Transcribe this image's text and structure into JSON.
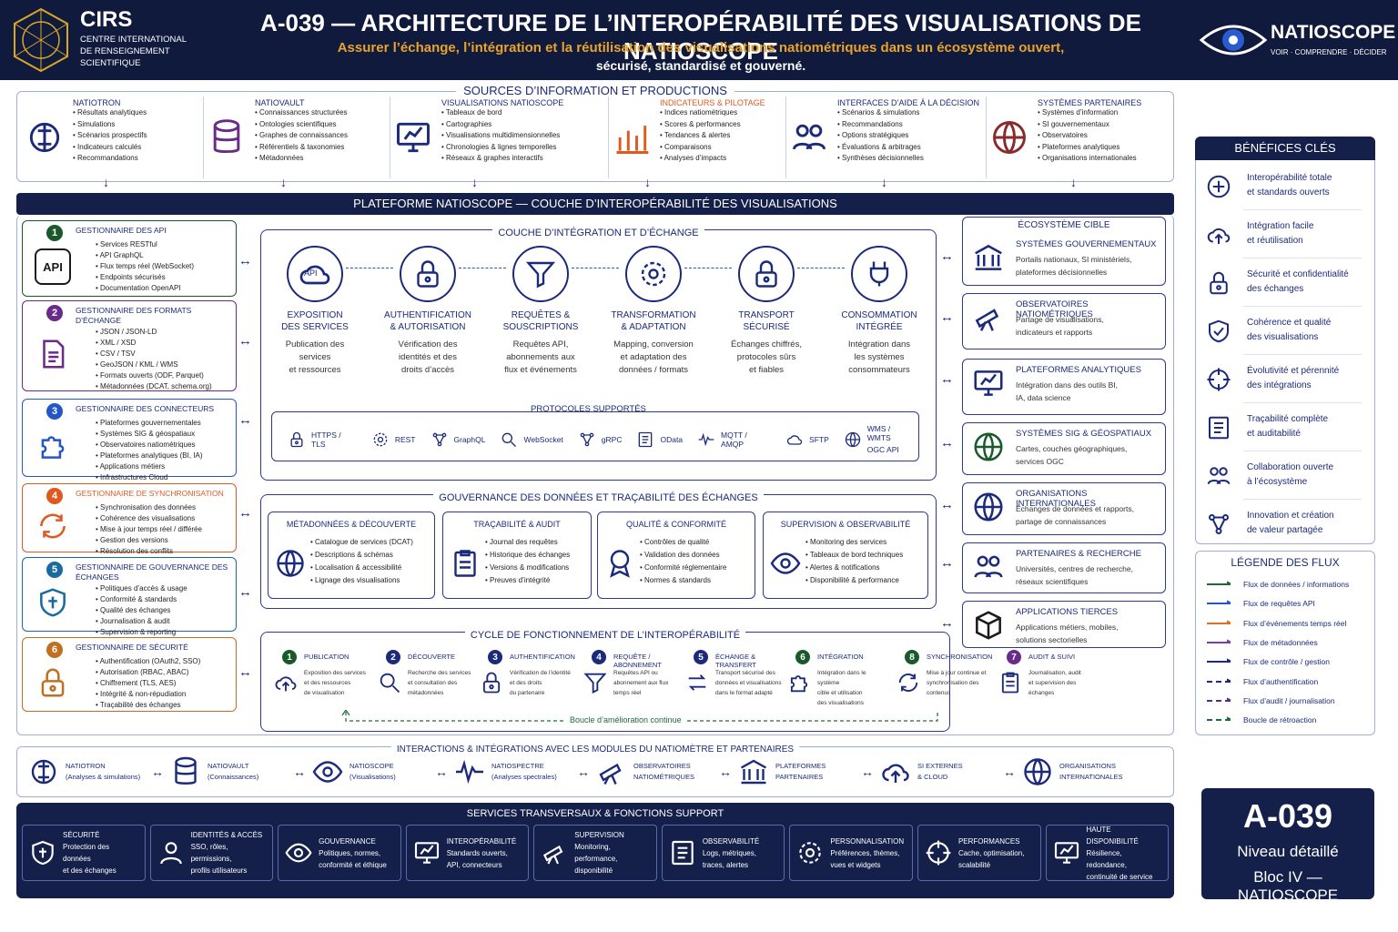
{
  "header": {
    "logo_text": "CIRS",
    "org_line1": "CENTRE INTERNATIONAL",
    "org_line2": "DE RENSEIGNEMENT",
    "org_line3": "SCIENTIFIQUE",
    "title": "A-039 — ARCHITECTURE DE L’INTEROPÉRABILITÉ DES VISUALISATIONS DE NATIOSCOPE",
    "subtitle_line1": "Assurer l’échange, l’intégration et la réutilisation des visualisations natiométriques dans un écosystème ouvert,",
    "subtitle_line2": "sécurisé, standardisé et gouverné.",
    "brand": "NATIOSCOPE",
    "tagline": "VOIR · COMPRENDRE · DÉCIDER"
  },
  "sources": {
    "title": "SOURCES D’INFORMATION ET PRODUCTIONS",
    "items": [
      {
        "title": "NATIOTRON",
        "bullets": [
          "Résultats analytiques",
          "Simulations",
          "Scénarios prospectifs",
          "Indicateurs calculés",
          "Recommandations"
        ]
      },
      {
        "title": "NATIOVAULT",
        "bullets": [
          "Connaissances structurées",
          "Ontologies scientifiques",
          "Graphes de connaissances",
          "Référentiels & taxonomies",
          "Métadonnées"
        ]
      },
      {
        "title": "VISUALISATIONS NATIOSCOPE",
        "bullets": [
          "Tableaux de bord",
          "Cartographies",
          "Visualisations multidimensionnelles",
          "Chronologies & lignes temporelles",
          "Réseaux & graphes interactifs"
        ]
      },
      {
        "title": "INDICATEURS & PILOTAGE",
        "bullets": [
          "Indices natiométriques",
          "Scores & performances",
          "Tendances & alertes",
          "Comparaisons",
          "Analyses d’impacts"
        ]
      },
      {
        "title": "INTERFACES D’AIDE À LA DÉCISION",
        "bullets": [
          "Scénarios & simulations",
          "Recommandations",
          "Options stratégiques",
          "Évaluations & arbitrages",
          "Synthèses décisionnelles"
        ]
      },
      {
        "title": "SYSTÈMES PARTENAIRES",
        "bullets": [
          "Systèmes d’information",
          "SI gouvernementaux",
          "Observatoires",
          "Plateformes analytiques",
          "Organisations internationales"
        ]
      }
    ]
  },
  "platform_title": "PLATEFORME NATIOSCOPE — COUCHE D’INTEROPÉRABILITÉ DES VISUALISATIONS",
  "managers": [
    {
      "num": "1",
      "title": "GESTIONNAIRE DES API",
      "icon": "API",
      "bullets": [
        "Services RESTful",
        "API GraphQL",
        "Flux temps réel (WebSocket)",
        "Endpoints sécurisés",
        "Documentation OpenAPI"
      ]
    },
    {
      "num": "2",
      "title": "GESTIONNAIRE DES FORMATS D’ÉCHANGE",
      "bullets": [
        "JSON / JSON-LD",
        "XML / XSD",
        "CSV / TSV",
        "GeoJSON / KML / WMS",
        "Formats ouverts (ODF, Parquet)",
        "Métadonnées (DCAT, schema.org)"
      ]
    },
    {
      "num": "3",
      "title": "GESTIONNAIRE DES CONNECTEURS",
      "bullets": [
        "Plateformes gouvernementales",
        "Systèmes SIG & géospatiaux",
        "Observatoires natiométriques",
        "Plateformes analytiques (BI, IA)",
        "Applications métiers",
        "Infrastructures Cloud"
      ]
    },
    {
      "num": "4",
      "title": "GESTIONNAIRE DE SYNCHRONISATION",
      "bullets": [
        "Synchronisation des données",
        "Cohérence des visualisations",
        "Mise à jour temps réel / différée",
        "Gestion des versions",
        "Résolution des conflits"
      ]
    },
    {
      "num": "5",
      "title": "GESTIONNAIRE DE GOUVERNANCE DES ÉCHANGES",
      "bullets": [
        "Politiques d’accès & usage",
        "Conformité & standards",
        "Qualité des échanges",
        "Journalisation & audit",
        "Supervision & reporting"
      ]
    },
    {
      "num": "6",
      "title": "GESTIONNAIRE DE SÉCURITÉ",
      "bullets": [
        "Authentification (OAuth2, SSO)",
        "Autorisation (RBAC, ABAC)",
        "Chiffrement (TLS, AES)",
        "Intégrité & non-répudiation",
        "Traçabilité des échanges"
      ]
    }
  ],
  "integration": {
    "title": "COUCHE D’INTÉGRATION ET D’ÉCHANGE",
    "steps": [
      {
        "icon": "API",
        "h1": "EXPOSITION",
        "h2": "DES SERVICES",
        "d1": "Publication des",
        "d2": "services",
        "d3": "et ressources"
      },
      {
        "h1": "AUTHENTIFICATION",
        "h2": "& AUTORISATION",
        "d1": "Vérification des",
        "d2": "identités et des",
        "d3": "droits d’accès"
      },
      {
        "h1": "REQUÊTES &",
        "h2": "SOUSCRIPTIONS",
        "d1": "Requêtes API,",
        "d2": "abonnements aux",
        "d3": "flux et événements"
      },
      {
        "h1": "TRANSFORMATION",
        "h2": "& ADAPTATION",
        "d1": "Mapping, conversion",
        "d2": "et adaptation des",
        "d3": "données / formats"
      },
      {
        "h1": "TRANSPORT",
        "h2": "SÉCURISÉ",
        "d1": "Échanges chiffrés,",
        "d2": "protocoles sûrs",
        "d3": "et fiables"
      },
      {
        "h1": "CONSOMMATION",
        "h2": "INTÉGRÉE",
        "d1": "Intégration dans",
        "d2": "les systèmes",
        "d3": "consommateurs"
      }
    ],
    "protocols_title": "PROTOCOLES SUPPORTÉS",
    "protocols": [
      "HTTPS / TLS",
      "REST",
      "GraphQL",
      "WebSocket",
      "gRPC",
      "OData",
      "MQTT / AMQP",
      "SFTP",
      "WMS / WMTS",
      "OGC API"
    ]
  },
  "governance": {
    "title": "GOUVERNANCE DES DONNÉES ET TRAÇABILITÉ DES ÉCHANGES",
    "cards": [
      {
        "title": "MÉTADONNÉES & DÉCOUVERTE",
        "bullets": [
          "Catalogue de services (DCAT)",
          "Descriptions & schémas",
          "Localisation & accessibilité",
          "Lignage des visualisations"
        ]
      },
      {
        "title": "TRAÇABILITÉ & AUDIT",
        "bullets": [
          "Journal des requêtes",
          "Historique des échanges",
          "Versions & modifications",
          "Preuves d’intégrité"
        ]
      },
      {
        "title": "QUALITÉ & CONFORMITÉ",
        "bullets": [
          "Contrôles de qualité",
          "Validation des données",
          "Conformité réglementaire",
          "Normes & standards"
        ]
      },
      {
        "title": "SUPERVISION & OBSERVABILITÉ",
        "bullets": [
          "Monitoring des services",
          "Tableaux de bord techniques",
          "Alertes & notifications",
          "Disponibilité & performance"
        ]
      }
    ]
  },
  "cycle": {
    "title": "CYCLE DE FONCTIONNEMENT DE L’INTEROPÉRABILITÉ",
    "loop": "Boucle d’amélioration continue",
    "steps": [
      {
        "n": "1",
        "h": "PUBLICATION",
        "d1": "Exposition des services",
        "d2": "et des ressources",
        "d3": "de visualisation"
      },
      {
        "n": "2",
        "h": "DÉCOUVERTE",
        "d1": "Recherche des services",
        "d2": "et consultation des",
        "d3": "métadonnées"
      },
      {
        "n": "3",
        "h": "AUTHENTIFICATION",
        "d1": "Vérification de l’identité",
        "d2": "et des droits",
        "d3": "du partenaire"
      },
      {
        "n": "4",
        "h": "REQUÊTE / ABONNEMENT",
        "d1": "Requêtes API ou",
        "d2": "abonnement aux flux",
        "d3": "temps réel"
      },
      {
        "n": "5",
        "h": "ÉCHANGE & TRANSFERT",
        "d1": "Transport sécurisé des",
        "d2": "données et visualisations",
        "d3": "dans le format adapté"
      },
      {
        "n": "6",
        "h": "INTÉGRATION",
        "d1": "Intégration dans le système",
        "d2": "cible et utilisation",
        "d3": "des visualisations"
      },
      {
        "n": "8",
        "h": "SYNCHRONISATION",
        "d1": "Mise à jour continue et",
        "d2": "synchronisation des",
        "d3": "contenus"
      },
      {
        "n": "7",
        "h": "AUDIT & SUIVI",
        "d1": "Journalisation, audit",
        "d2": "et supervision des",
        "d3": "échanges"
      }
    ]
  },
  "ecosystem": {
    "title": "ÉCOSYSTÈME CIBLE",
    "items": [
      {
        "title": "SYSTÈMES GOUVERNEMENTAUX",
        "d1": "Portails nationaux, SI ministériels,",
        "d2": "plateformes décisionnelles"
      },
      {
        "title": "OBSERVATOIRES NATIOMÉTRIQUES",
        "d1": "Partage de visualisations,",
        "d2": "indicateurs et rapports"
      },
      {
        "title": "PLATEFORMES ANALYTIQUES",
        "d1": "Intégration dans des outils BI,",
        "d2": "IA, data science"
      },
      {
        "title": "SYSTÈMES SIG & GÉOSPATIAUX",
        "d1": "Cartes, couches géographiques,",
        "d2": "services OGC"
      },
      {
        "title": "ORGANISATIONS INTERNATIONALES",
        "d1": "Échanges de données et rapports,",
        "d2": "partage de connaissances"
      },
      {
        "title": "PARTENAIRES & RECHERCHE",
        "d1": "Universités, centres de recherche,",
        "d2": "réseaux scientifiques"
      },
      {
        "title": "APPLICATIONS TIERCES",
        "d1": "Applications métiers, mobiles,",
        "d2": "solutions sectorielles"
      }
    ]
  },
  "benefits": {
    "title": "BÉNÉFICES CLÉS",
    "items": [
      {
        "l1": "Interopérabilité totale",
        "l2": "et standards ouverts"
      },
      {
        "l1": "Intégration facile",
        "l2": "et réutilisation"
      },
      {
        "l1": "Sécurité et confidentialité",
        "l2": "des échanges"
      },
      {
        "l1": "Cohérence et qualité",
        "l2": "des visualisations"
      },
      {
        "l1": "Évolutivité et pérennité",
        "l2": "des intégrations"
      },
      {
        "l1": "Traçabilité complète",
        "l2": "et auditabilité"
      },
      {
        "l1": "Collaboration ouverte",
        "l2": "à l’écosystème"
      },
      {
        "l1": "Innovation et création",
        "l2": "de valeur partagée"
      }
    ]
  },
  "legend": {
    "title": "LÉGENDE DES FLUX",
    "items": [
      {
        "label": "Flux de données / informations",
        "color": "#1e6b3a",
        "dashed": false
      },
      {
        "label": "Flux de requêtes API",
        "color": "#2456c8",
        "dashed": false
      },
      {
        "label": "Flux d’événements temps réel",
        "color": "#e07020",
        "dashed": false
      },
      {
        "label": "Flux de métadonnées",
        "color": "#7a3fb0",
        "dashed": false
      },
      {
        "label": "Flux de contrôle / gestion",
        "color": "#1b2a7a",
        "dashed": false
      },
      {
        "label": "Flux d’authentification",
        "color": "#1b2a7a",
        "dashed": true
      },
      {
        "label": "Flux d’audit / journalisation",
        "color": "#5a2a8a",
        "dashed": true
      },
      {
        "label": "Boucle de rétroaction",
        "color": "#1e6b3a",
        "dashed": true
      }
    ]
  },
  "interactions": {
    "title": "INTERACTIONS & INTÉGRATIONS AVEC LES MODULES DU NATIOMÈTRE ET PARTENAIRES",
    "items": [
      {
        "l1": "NATIOTRON",
        "l2": "(Analyses & simulations)"
      },
      {
        "l1": "NATIOVAULT",
        "l2": "(Connaissances)"
      },
      {
        "l1": "NATIOSCOPE",
        "l2": "(Visualisations)"
      },
      {
        "l1": "NATIOSPECTRE",
        "l2": "(Analyses spectrales)"
      },
      {
        "l1": "OBSERVATOIRES",
        "l2": "NATIOMÉTRIQUES"
      },
      {
        "l1": "PLATEFORMES",
        "l2": "PARTENAIRES"
      },
      {
        "l1": "SI EXTERNES",
        "l2": "& CLOUD"
      },
      {
        "l1": "ORGANISATIONS",
        "l2": "INTERNATIONALES"
      }
    ]
  },
  "services": {
    "title": "SERVICES TRANSVERSAUX & FONCTIONS SUPPORT",
    "items": [
      {
        "t": "SÉCURITÉ",
        "d1": "Protection des données",
        "d2": "et des échanges"
      },
      {
        "t": "IDENTITÉS & ACCÈS",
        "d1": "SSO, rôles, permissions,",
        "d2": "profils utilisateurs"
      },
      {
        "t": "GOUVERNANCE",
        "d1": "Politiques, normes,",
        "d2": "conformité et éthique"
      },
      {
        "t": "INTEROPÉRABILITÉ",
        "d1": "Standards ouverts,",
        "d2": "API, connecteurs"
      },
      {
        "t": "SUPERVISION",
        "d1": "Monitoring, performance,",
        "d2": "disponibilité"
      },
      {
        "t": "OBSERVABILITÉ",
        "d1": "Logs, métriques,",
        "d2": "traces, alertes"
      },
      {
        "t": "PERSONNALISATION",
        "d1": "Préférences, thèmes,",
        "d2": "vues et widgets"
      },
      {
        "t": "PERFORMANCES",
        "d1": "Cache, optimisation,",
        "d2": "scalabilité"
      },
      {
        "t": "HAUTE DISPONIBILITÉ",
        "d1": "Résilience, redondance,",
        "d2": "continuité de service"
      }
    ]
  },
  "badge": {
    "code": "A-039",
    "level": "Niveau détaillé",
    "bloc": "Bloc IV — NATIOSCOPE"
  }
}
